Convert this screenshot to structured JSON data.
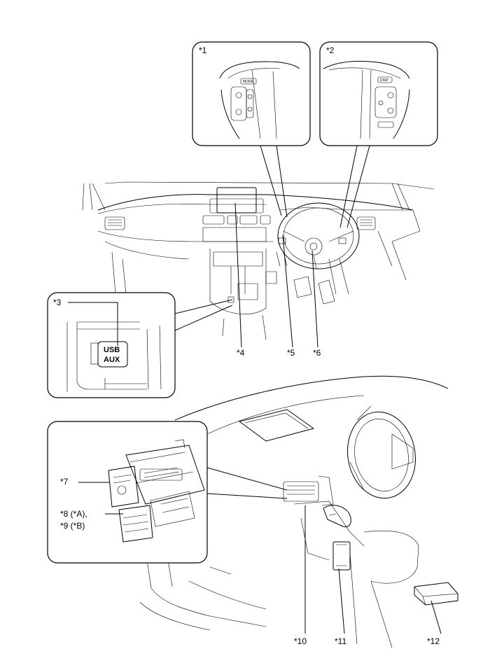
{
  "labels": {
    "l1": "*1",
    "l2": "*2",
    "l3": "*3",
    "l4": "*4",
    "l5": "*5",
    "l6": "*6",
    "l7": "*7",
    "l8": "*8 (*A),",
    "l9": "*9 (*B)",
    "l10": "*10",
    "l11": "*11",
    "l12": "*12"
  },
  "switch_text": {
    "mode": "MODE",
    "disp": "DISP"
  },
  "port_text": {
    "usb": "USB",
    "aux": "AUX"
  }
}
